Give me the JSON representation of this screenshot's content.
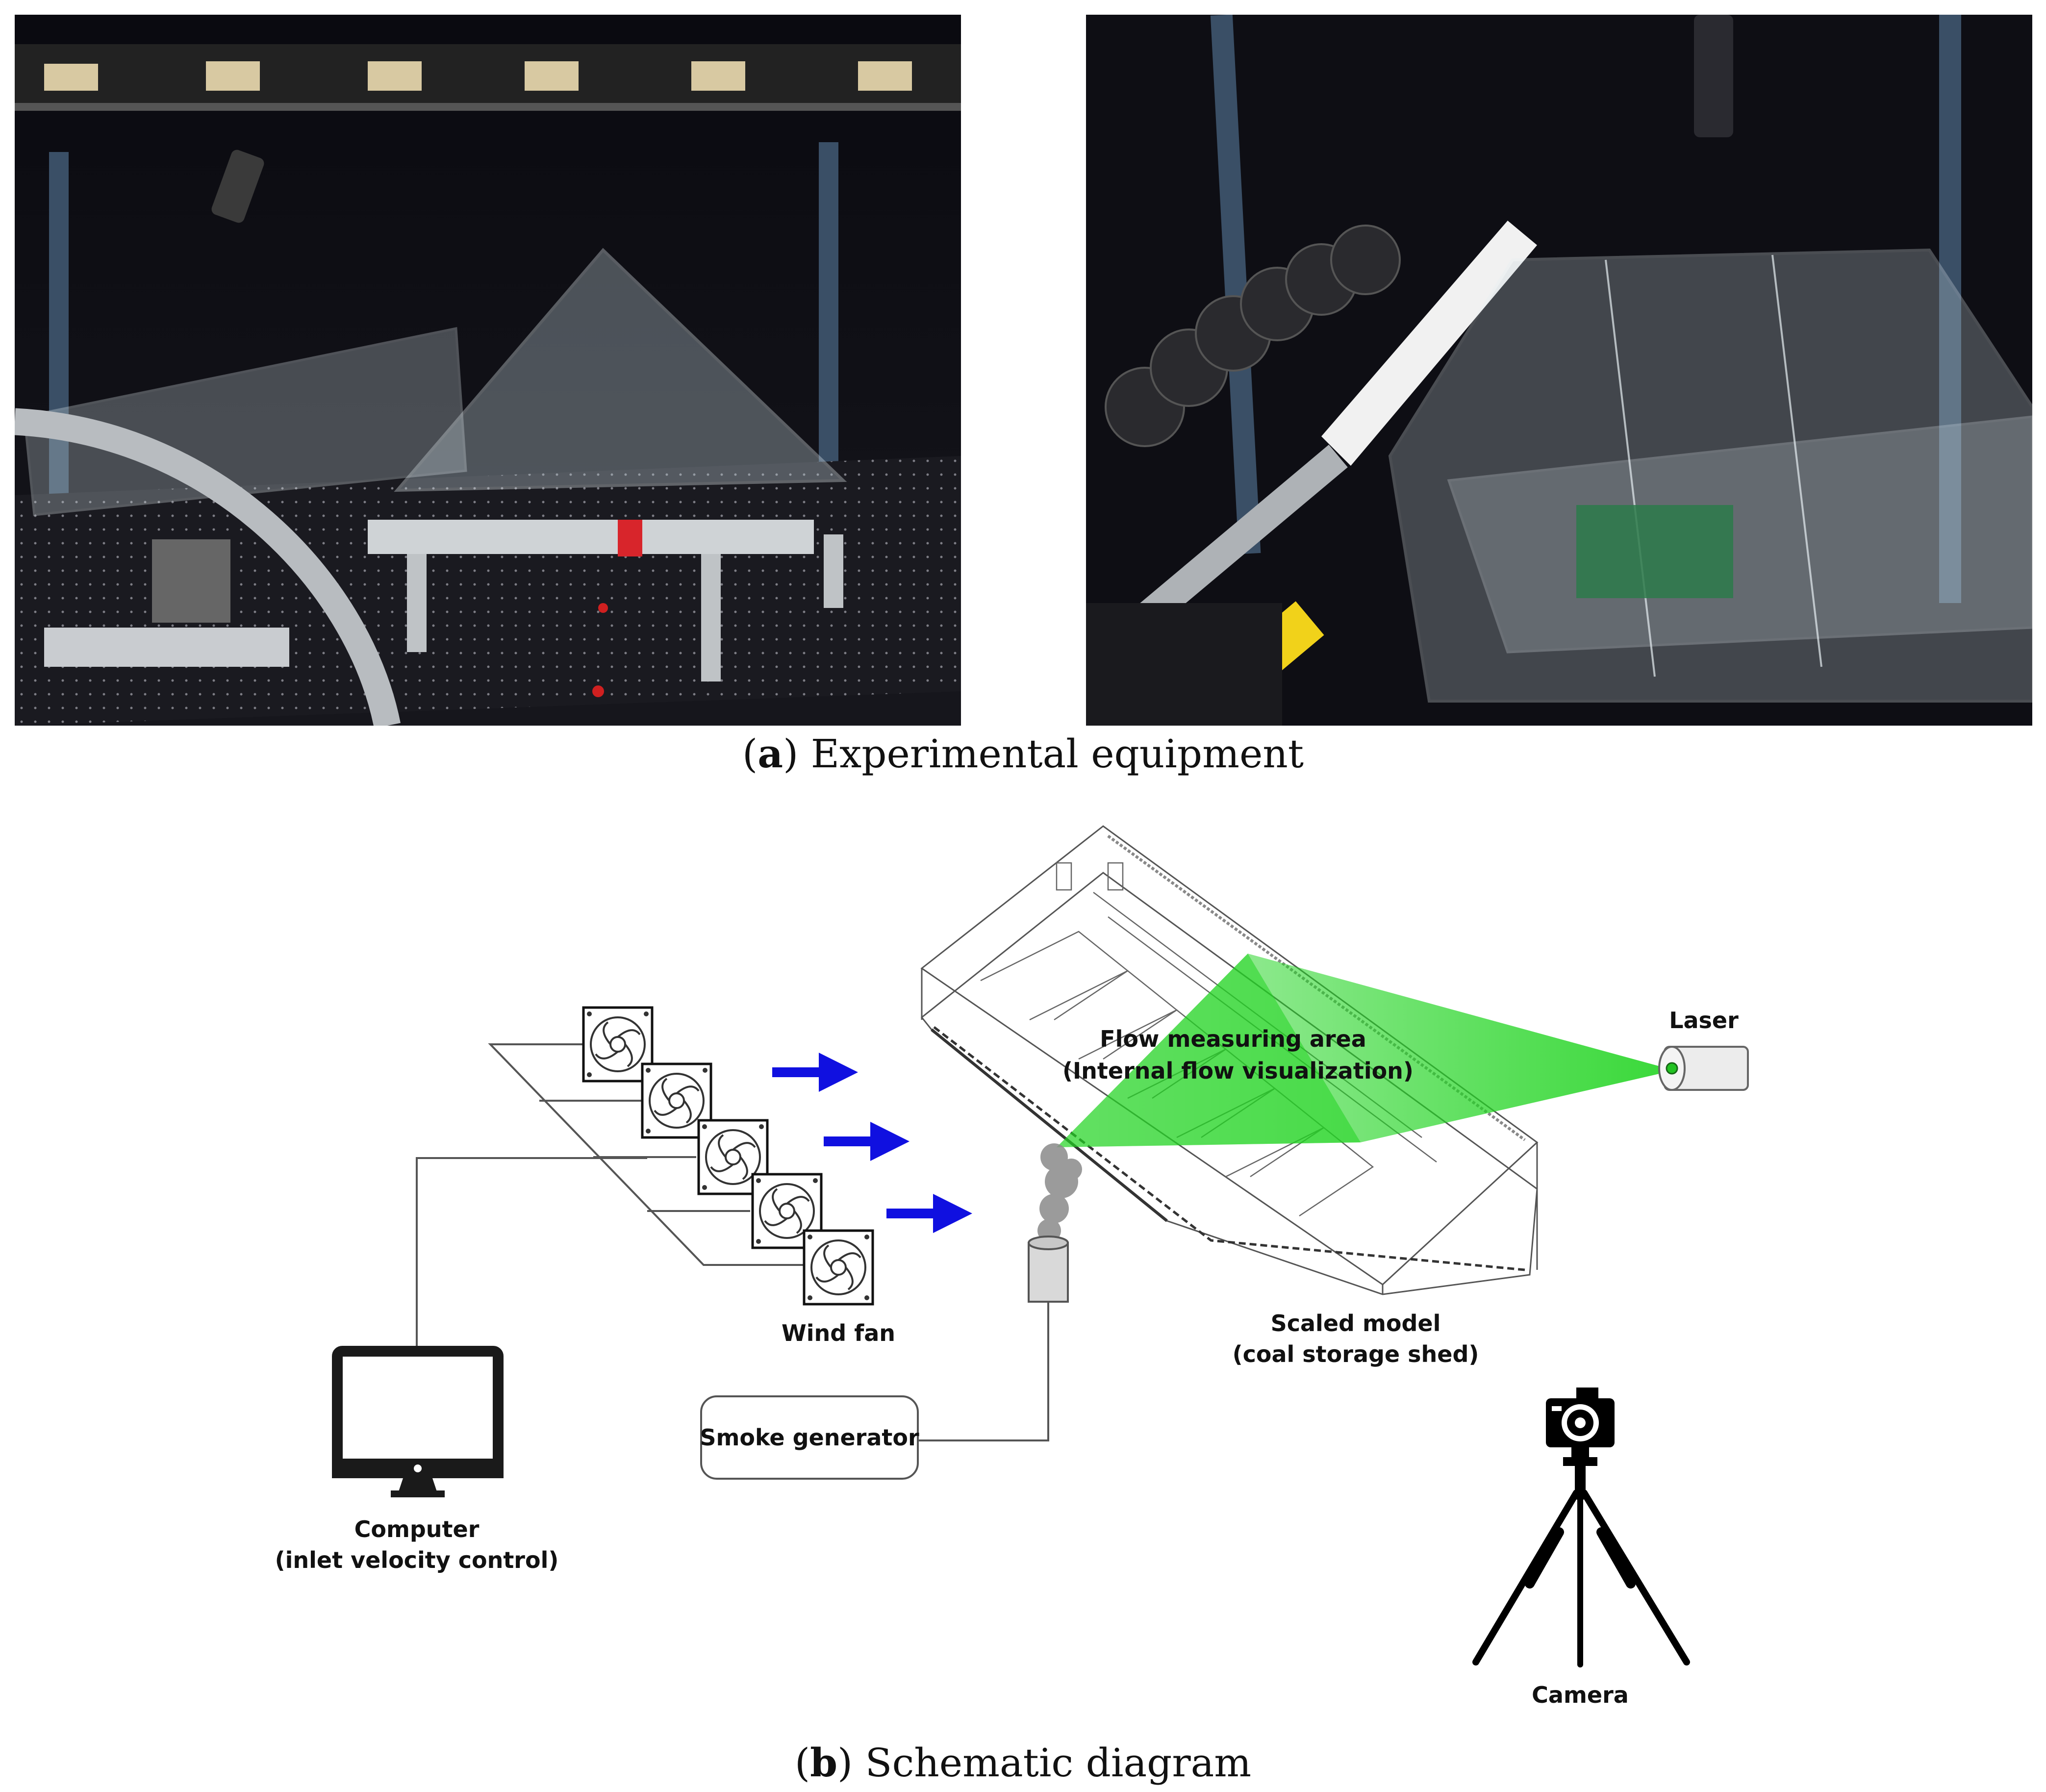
{
  "captions": {
    "a_letter": "a",
    "a_text": " Experimental equipment",
    "b_letter": "b",
    "b_text": " Schematic diagram"
  },
  "diagram": {
    "laser": "Laser",
    "flow_area_line1": "Flow measuring area",
    "flow_area_line2": "(Internal flow visualization)",
    "wind_fan": "Wind fan",
    "scaled_model_line1": "Scaled model",
    "scaled_model_line2": "(coal storage shed)",
    "smoke_generator": "Smoke generator",
    "computer_line1": "Computer",
    "computer_line2": "(inlet velocity control)",
    "camera": "Camera"
  },
  "colors": {
    "laser_sheet": "#22d422",
    "flow_arrow": "#1010e0",
    "photo_background": "#0d0d12"
  }
}
